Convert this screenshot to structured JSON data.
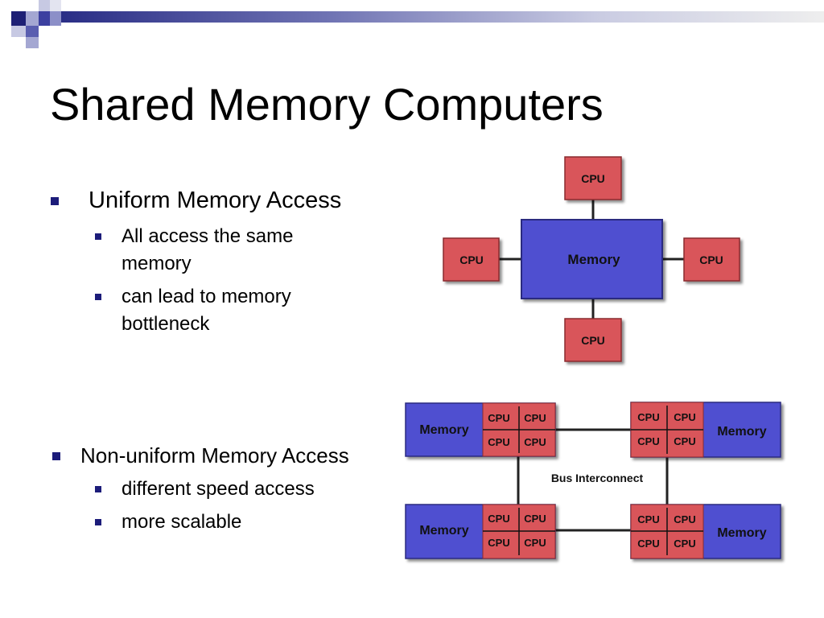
{
  "slide": {
    "title": "Shared Memory Computers"
  },
  "sections": [
    {
      "heading": "Uniform Memory Access",
      "items": [
        "All access the same memory",
        "can lead to memory bottleneck"
      ]
    },
    {
      "heading": "Non-uniform Memory Access",
      "items": [
        "different speed access",
        "more scalable"
      ]
    }
  ],
  "uma_diagram": {
    "memory_label": "Memory",
    "cpu_label": "CPU"
  },
  "numa_diagram": {
    "memory_label": "Memory",
    "cpu_label": "CPU",
    "bus_label": "Bus Interconnect"
  },
  "colors": {
    "cpu_fill": "#d9545a",
    "memory_fill": "#4f4fd0",
    "bullet": "#1c1c7a",
    "header_dark": "#2a2e86"
  }
}
